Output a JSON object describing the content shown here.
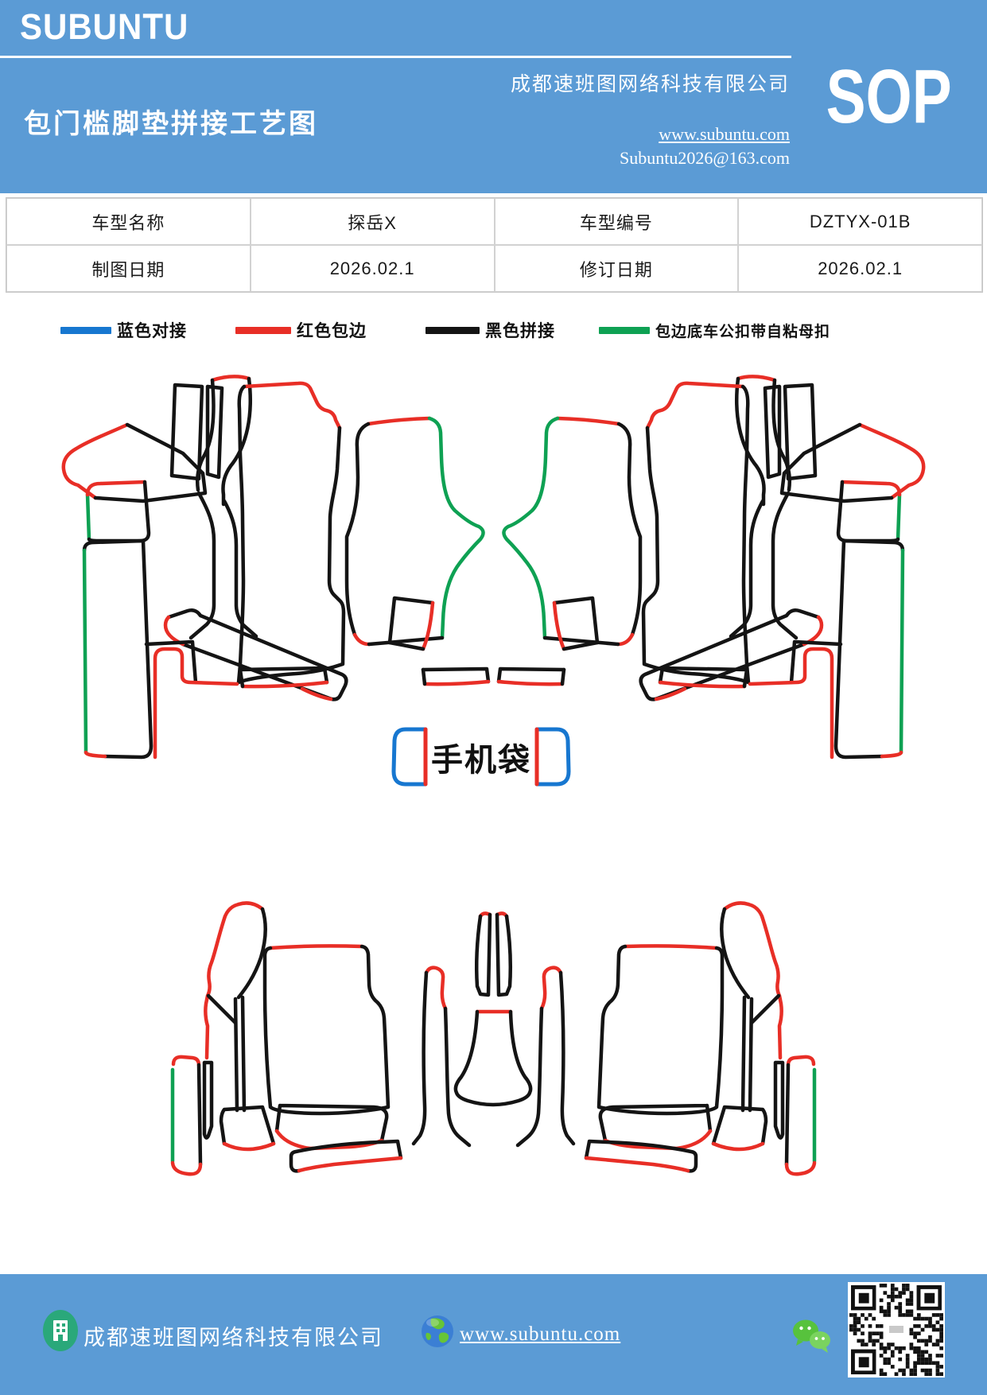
{
  "header": {
    "brand": "SUBUNTU",
    "company": "成都速班图网络科技有限公司",
    "title": "包门槛脚垫拼接工艺图",
    "doc_type": "SOP",
    "website": "www.subuntu.com",
    "email": "Subuntu2026@163.com",
    "bg_color": "#5b9bd5"
  },
  "info_table": {
    "rows": [
      [
        "车型名称",
        "探岳X",
        "车型编号",
        "DZTYX-01B"
      ],
      [
        "制图日期",
        "2026.02.1",
        "修订日期",
        "2026.02.1"
      ]
    ]
  },
  "legend": {
    "items": [
      {
        "label": "蓝色对接",
        "color": "#1777d0"
      },
      {
        "label": "红色包边",
        "color": "#e82e26"
      },
      {
        "label": "黑色拼接",
        "color": "#141414"
      },
      {
        "label": "包边底车公扣带自粘母扣",
        "color": "#0ea153"
      }
    ]
  },
  "diagram": {
    "phone_bag_label": "手机袋",
    "stroke_colors": {
      "butt_joint_blue": "#1777d0",
      "edging_red": "#e82e26",
      "splice_black": "#141414",
      "snap_green": "#0ea153"
    }
  },
  "footer": {
    "company": "成都速班图网络科技有限公司",
    "website": "www.subuntu.com",
    "bg_color": "#5b9bd5",
    "icons": [
      "building-icon",
      "globe-icon",
      "wechat-icon",
      "qr-code"
    ]
  }
}
